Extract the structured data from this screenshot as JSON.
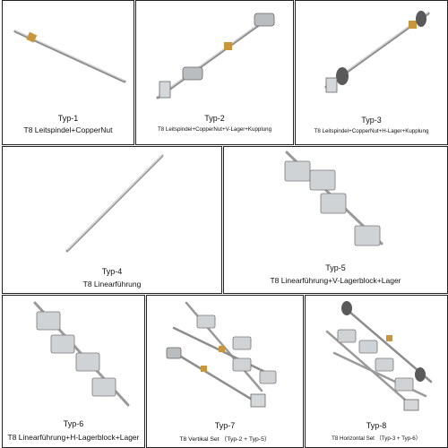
{
  "panels": [
    {
      "title": "Typ-1",
      "subtitle": "T8 Leitspindel+CopperNut"
    },
    {
      "title": "Typ-2",
      "subtitle": "T8 Leitspindel+CopperNut+V-Lager+Kupplung"
    },
    {
      "title": "Typ-3",
      "subtitle": "T8 Leitspindel+CopperNut+H-Lager+Kupplung"
    },
    {
      "title": "Typ-4",
      "subtitle": "T8 Linearführung"
    },
    {
      "title": "Typ-5",
      "subtitle": "T8 Linearführung+V-Lagerblock+Lager"
    },
    {
      "title": "Typ-6",
      "subtitle": "T8 Linearführung+H-Lagerblock+Lager"
    },
    {
      "title": "Typ-7",
      "subtitle": "T8 Vertikal Set （Typ-2 + Typ-5）"
    },
    {
      "title": "Typ-8",
      "subtitle": "T8 Horizontal Set （Typ-3 + Typ-6）"
    }
  ],
  "colors": {
    "rod": "#9a9a9a",
    "rod_highlight": "#d8d8d8",
    "brass_nut": "#c8963c",
    "bearing_block": "#cfd3d6",
    "border": "#222222"
  }
}
